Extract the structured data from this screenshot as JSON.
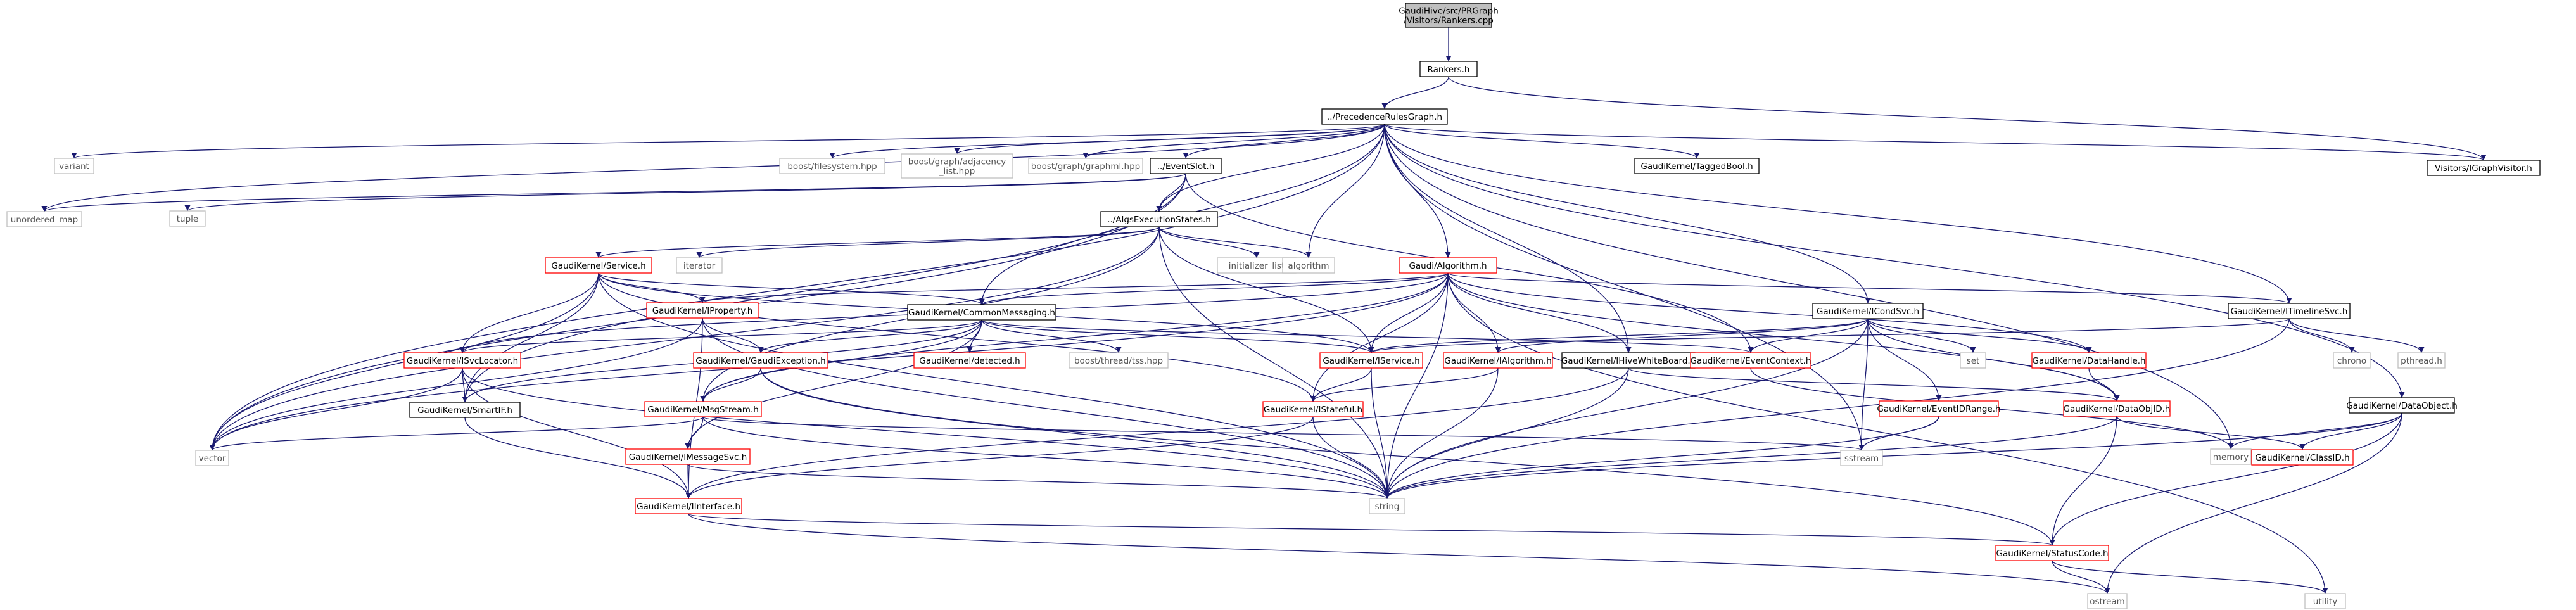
{
  "diagram": {
    "nodes": [
      {
        "id": "root",
        "lines": [
          "GaudiHive/src/PRGraph",
          "/Visitors/Rankers.cpp"
        ],
        "kind": "root"
      },
      {
        "id": "rankers",
        "lines": [
          "Rankers.h"
        ],
        "kind": "normal"
      },
      {
        "id": "prg",
        "lines": [
          "../PrecedenceRulesGraph.h"
        ],
        "kind": "normal"
      },
      {
        "id": "igv",
        "lines": [
          "Visitors/IGraphVisitor.h"
        ],
        "kind": "normal"
      },
      {
        "id": "variant",
        "lines": [
          "variant"
        ],
        "kind": "system"
      },
      {
        "id": "umap",
        "lines": [
          "unordered_map"
        ],
        "kind": "system"
      },
      {
        "id": "bfs",
        "lines": [
          "boost/filesystem.hpp"
        ],
        "kind": "system"
      },
      {
        "id": "badj",
        "lines": [
          "boost/graph/adjacency",
          "_list.hpp"
        ],
        "kind": "system"
      },
      {
        "id": "bgml",
        "lines": [
          "boost/graph/graphml.hpp"
        ],
        "kind": "system"
      },
      {
        "id": "eslot",
        "lines": [
          "../EventSlot.h"
        ],
        "kind": "normal"
      },
      {
        "id": "tbool",
        "lines": [
          "GaudiKernel/TaggedBool.h"
        ],
        "kind": "normal"
      },
      {
        "id": "tuple",
        "lines": [
          "tuple"
        ],
        "kind": "system"
      },
      {
        "id": "aes",
        "lines": [
          "../AlgsExecutionStates.h"
        ],
        "kind": "normal"
      },
      {
        "id": "svc",
        "lines": [
          "GaudiKernel/Service.h"
        ],
        "kind": "red"
      },
      {
        "id": "iter",
        "lines": [
          "iterator"
        ],
        "kind": "system"
      },
      {
        "id": "initl",
        "lines": [
          "initializer_list"
        ],
        "kind": "system"
      },
      {
        "id": "algo",
        "lines": [
          "algorithm"
        ],
        "kind": "system"
      },
      {
        "id": "galg",
        "lines": [
          "Gaudi/Algorithm.h"
        ],
        "kind": "red"
      },
      {
        "id": "iprop",
        "lines": [
          "GaudiKernel/IProperty.h"
        ],
        "kind": "red"
      },
      {
        "id": "cmsg",
        "lines": [
          "GaudiKernel/CommonMessaging.h"
        ],
        "kind": "normal"
      },
      {
        "id": "icond",
        "lines": [
          "GaudiKernel/ICondSvc.h"
        ],
        "kind": "normal"
      },
      {
        "id": "itl",
        "lines": [
          "GaudiKernel/ITimelineSvc.h"
        ],
        "kind": "normal"
      },
      {
        "id": "isl",
        "lines": [
          "GaudiKernel/ISvcLocator.h"
        ],
        "kind": "red"
      },
      {
        "id": "gexc",
        "lines": [
          "GaudiKernel/GaudiException.h"
        ],
        "kind": "red"
      },
      {
        "id": "det",
        "lines": [
          "GaudiKernel/detected.h"
        ],
        "kind": "red"
      },
      {
        "id": "btss",
        "lines": [
          "boost/thread/tss.hpp"
        ],
        "kind": "system"
      },
      {
        "id": "isvc",
        "lines": [
          "GaudiKernel/IService.h"
        ],
        "kind": "red"
      },
      {
        "id": "ialg",
        "lines": [
          "GaudiKernel/IAlgorithm.h"
        ],
        "kind": "red"
      },
      {
        "id": "ihwb",
        "lines": [
          "GaudiKernel/IHiveWhiteBoard.h"
        ],
        "kind": "normal"
      },
      {
        "id": "ectx",
        "lines": [
          "GaudiKernel/EventContext.h"
        ],
        "kind": "red"
      },
      {
        "id": "set",
        "lines": [
          "set"
        ],
        "kind": "system"
      },
      {
        "id": "dh",
        "lines": [
          "GaudiKernel/DataHandle.h"
        ],
        "kind": "red"
      },
      {
        "id": "chrono",
        "lines": [
          "chrono"
        ],
        "kind": "system"
      },
      {
        "id": "pthread",
        "lines": [
          "pthread.h"
        ],
        "kind": "system"
      },
      {
        "id": "sptr",
        "lines": [
          "GaudiKernel/SmartIF.h"
        ],
        "kind": "normal"
      },
      {
        "id": "mstream",
        "lines": [
          "GaudiKernel/MsgStream.h"
        ],
        "kind": "red"
      },
      {
        "id": "istate",
        "lines": [
          "GaudiKernel/IStateful.h"
        ],
        "kind": "red"
      },
      {
        "id": "eidr",
        "lines": [
          "GaudiKernel/EventIDRange.h"
        ],
        "kind": "red"
      },
      {
        "id": "dobjid",
        "lines": [
          "GaudiKernel/DataObjID.h"
        ],
        "kind": "red"
      },
      {
        "id": "dobj",
        "lines": [
          "GaudiKernel/DataObject.h"
        ],
        "kind": "normal"
      },
      {
        "id": "vector",
        "lines": [
          "vector"
        ],
        "kind": "system"
      },
      {
        "id": "imsg",
        "lines": [
          "GaudiKernel/IMessageSvc.h"
        ],
        "kind": "red"
      },
      {
        "id": "sstream",
        "lines": [
          "sstream"
        ],
        "kind": "system"
      },
      {
        "id": "memory",
        "lines": [
          "memory"
        ],
        "kind": "system"
      },
      {
        "id": "clid",
        "lines": [
          "GaudiKernel/ClassID.h"
        ],
        "kind": "red"
      },
      {
        "id": "string",
        "lines": [
          "string"
        ],
        "kind": "system"
      },
      {
        "id": "iiface",
        "lines": [
          "GaudiKernel/IInterface.h"
        ],
        "kind": "red"
      },
      {
        "id": "sc",
        "lines": [
          "GaudiKernel/StatusCode.h"
        ],
        "kind": "red"
      },
      {
        "id": "ostream",
        "lines": [
          "ostream"
        ],
        "kind": "system"
      },
      {
        "id": "utility",
        "lines": [
          "utility"
        ],
        "kind": "system"
      }
    ],
    "edges": [
      [
        "root",
        "rankers"
      ],
      [
        "rankers",
        "prg"
      ],
      [
        "rankers",
        "igv"
      ],
      [
        "prg",
        "variant"
      ],
      [
        "prg",
        "umap"
      ],
      [
        "prg",
        "vector"
      ],
      [
        "prg",
        "bfs"
      ],
      [
        "prg",
        "badj"
      ],
      [
        "prg",
        "bgml"
      ],
      [
        "prg",
        "eslot"
      ],
      [
        "prg",
        "tbool"
      ],
      [
        "prg",
        "aes"
      ],
      [
        "prg",
        "algo"
      ],
      [
        "prg",
        "galg"
      ],
      [
        "prg",
        "cmsg"
      ],
      [
        "prg",
        "icond"
      ],
      [
        "prg",
        "itl"
      ],
      [
        "prg",
        "ihwb"
      ],
      [
        "prg",
        "igv"
      ],
      [
        "prg",
        "sstream"
      ],
      [
        "prg",
        "memory"
      ],
      [
        "prg",
        "dobj"
      ],
      [
        "eslot",
        "umap"
      ],
      [
        "eslot",
        "tuple"
      ],
      [
        "eslot",
        "vector"
      ],
      [
        "eslot",
        "aes"
      ],
      [
        "eslot",
        "ectx"
      ],
      [
        "eslot",
        "sptr"
      ],
      [
        "aes",
        "svc"
      ],
      [
        "aes",
        "iter"
      ],
      [
        "aes",
        "initl"
      ],
      [
        "aes",
        "algo"
      ],
      [
        "aes",
        "vector"
      ],
      [
        "aes",
        "string"
      ],
      [
        "aes",
        "mstream"
      ],
      [
        "aes",
        "isvc"
      ],
      [
        "svc",
        "iprop"
      ],
      [
        "svc",
        "cmsg"
      ],
      [
        "svc",
        "isl"
      ],
      [
        "svc",
        "sptr"
      ],
      [
        "svc",
        "vector"
      ],
      [
        "svc",
        "isvc"
      ],
      [
        "svc",
        "istate"
      ],
      [
        "svc",
        "string"
      ],
      [
        "galg",
        "iprop"
      ],
      [
        "galg",
        "cmsg"
      ],
      [
        "galg",
        "isvc"
      ],
      [
        "galg",
        "ialg"
      ],
      [
        "galg",
        "ihwb"
      ],
      [
        "galg",
        "istate"
      ],
      [
        "galg",
        "string"
      ],
      [
        "galg",
        "itl"
      ],
      [
        "galg",
        "dobjid"
      ],
      [
        "galg",
        "dh"
      ],
      [
        "galg",
        "isl"
      ],
      [
        "galg",
        "mstream"
      ],
      [
        "galg",
        "vector"
      ],
      [
        "galg",
        "utility"
      ],
      [
        "iprop",
        "gexc"
      ],
      [
        "iprop",
        "vector"
      ],
      [
        "iprop",
        "string"
      ],
      [
        "iprop",
        "iiface"
      ],
      [
        "cmsg",
        "isl"
      ],
      [
        "cmsg",
        "gexc"
      ],
      [
        "cmsg",
        "det"
      ],
      [
        "cmsg",
        "btss"
      ],
      [
        "cmsg",
        "mstream"
      ],
      [
        "cmsg",
        "imsg"
      ],
      [
        "cmsg",
        "sptr"
      ],
      [
        "cmsg",
        "isvc"
      ],
      [
        "cmsg",
        "ectx"
      ],
      [
        "icond",
        "isvc"
      ],
      [
        "icond",
        "ialg"
      ],
      [
        "icond",
        "ectx"
      ],
      [
        "icond",
        "set"
      ],
      [
        "icond",
        "dh"
      ],
      [
        "icond",
        "eidr"
      ],
      [
        "icond",
        "dobjid"
      ],
      [
        "icond",
        "string"
      ],
      [
        "icond",
        "sstream"
      ],
      [
        "itl",
        "chrono"
      ],
      [
        "itl",
        "pthread"
      ],
      [
        "itl",
        "isvc"
      ],
      [
        "itl",
        "string"
      ],
      [
        "isl",
        "sptr"
      ],
      [
        "isl",
        "string"
      ],
      [
        "isl",
        "vector"
      ],
      [
        "isl",
        "iiface"
      ],
      [
        "gexc",
        "mstream"
      ],
      [
        "gexc",
        "sc"
      ],
      [
        "gexc",
        "string"
      ],
      [
        "isvc",
        "istate"
      ],
      [
        "isvc",
        "string"
      ],
      [
        "ialg",
        "istate"
      ],
      [
        "ialg",
        "string"
      ],
      [
        "ihwb",
        "dobjid"
      ],
      [
        "ihwb",
        "string"
      ],
      [
        "ihwb",
        "iiface"
      ],
      [
        "ectx",
        "memory"
      ],
      [
        "dh",
        "dobjid"
      ],
      [
        "sptr",
        "iiface"
      ],
      [
        "mstream",
        "imsg"
      ],
      [
        "mstream",
        "vector"
      ],
      [
        "mstream",
        "sstream"
      ],
      [
        "mstream",
        "string"
      ],
      [
        "istate",
        "iiface"
      ],
      [
        "istate",
        "string"
      ],
      [
        "eidr",
        "string"
      ],
      [
        "eidr",
        "sstream"
      ],
      [
        "dobjid",
        "clid"
      ],
      [
        "dobjid",
        "string"
      ],
      [
        "dobjid",
        "sc"
      ],
      [
        "dobj",
        "memory"
      ],
      [
        "dobj",
        "clid"
      ],
      [
        "dobj",
        "string"
      ],
      [
        "dobj",
        "sc"
      ],
      [
        "dobj",
        "ostream"
      ],
      [
        "imsg",
        "iiface"
      ],
      [
        "imsg",
        "string"
      ],
      [
        "iiface",
        "sc"
      ],
      [
        "iiface",
        "ostream"
      ],
      [
        "sc",
        "ostream"
      ],
      [
        "sc",
        "utility"
      ]
    ]
  },
  "colors": {
    "edge": "#191970",
    "node_border": "#000000",
    "red_border": "#ff0000",
    "system_border": "#bfbfbf",
    "root_fill": "#bfbfbf",
    "text": "#000000",
    "system_text": "#555555"
  }
}
